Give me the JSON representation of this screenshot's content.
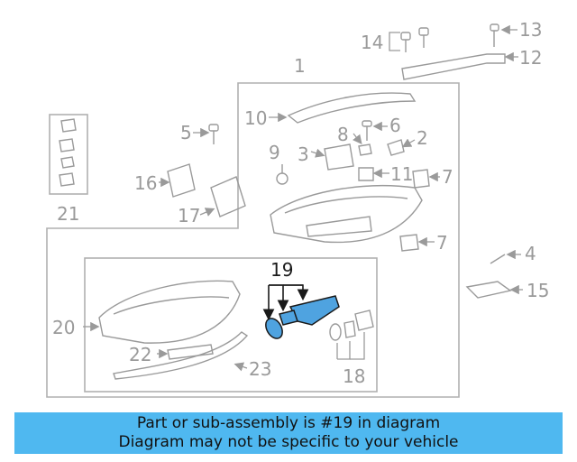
{
  "callouts": {
    "c1": "1",
    "c2": "2",
    "c3": "3",
    "c4": "4",
    "c5": "5",
    "c6": "6",
    "c7a": "7",
    "c7b": "7",
    "c8": "8",
    "c9": "9",
    "c10": "10",
    "c11": "11",
    "c12": "12",
    "c13": "13",
    "c14": "14",
    "c15": "15",
    "c16": "16",
    "c17": "17",
    "c18": "18",
    "c19": "19",
    "c20": "20",
    "c21": "21",
    "c22": "22",
    "c23": "23"
  },
  "highlight": {
    "part_number": "19",
    "color": "#4fa3e0"
  },
  "banner": {
    "line1": "Part or sub-assembly is #19 in diagram",
    "line2": "Diagram may not be specific to your vehicle",
    "color": "#4fb8f0"
  }
}
